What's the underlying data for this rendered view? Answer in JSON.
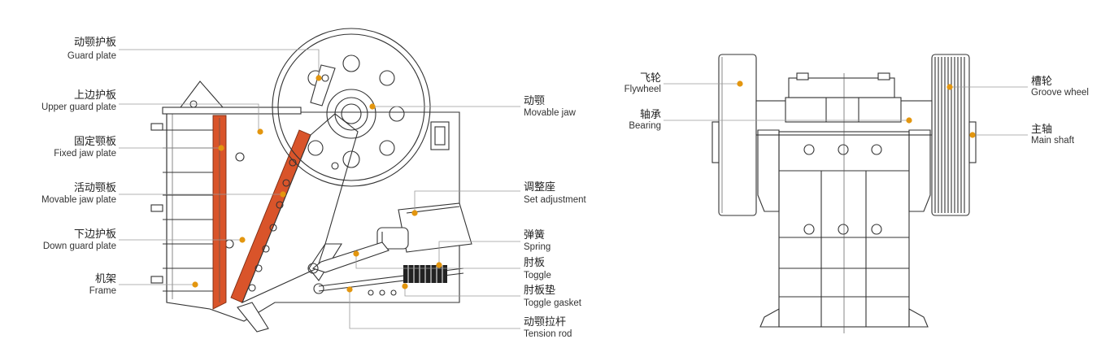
{
  "colors": {
    "jaw_plate": "#d9542a",
    "callout_dot": "#e3960f",
    "leader": "#9a9a9a",
    "line": "#333333"
  },
  "left_labels": [
    {
      "cn": "动颚护板",
      "en": "Guard plate"
    },
    {
      "cn": "上边护板",
      "en": "Upper guard plate"
    },
    {
      "cn": "固定颚板",
      "en": "Fixed jaw plate"
    },
    {
      "cn": "活动颚板",
      "en": "Movable jaw plate"
    },
    {
      "cn": "下边护板",
      "en": "Down guard plate"
    },
    {
      "cn": "机架",
      "en": "Frame"
    }
  ],
  "middle_labels": [
    {
      "cn": "动颚",
      "en": "Movable jaw"
    },
    {
      "cn": "调整座",
      "en": "Set adjustment"
    },
    {
      "cn": "弹簧",
      "en": "Spring"
    },
    {
      "cn": "肘板",
      "en": "Toggle"
    },
    {
      "cn": "肘板垫",
      "en": "Toggle gasket"
    },
    {
      "cn": "动颚拉杆",
      "en": "Tension rod"
    }
  ],
  "right_left_labels": [
    {
      "cn": "飞轮",
      "en": "Flywheel"
    },
    {
      "cn": "轴承",
      "en": "Bearing"
    }
  ],
  "right_right_labels": [
    {
      "cn": "槽轮",
      "en": "Groove wheel"
    },
    {
      "cn": "主轴",
      "en": "Main shaft"
    }
  ]
}
